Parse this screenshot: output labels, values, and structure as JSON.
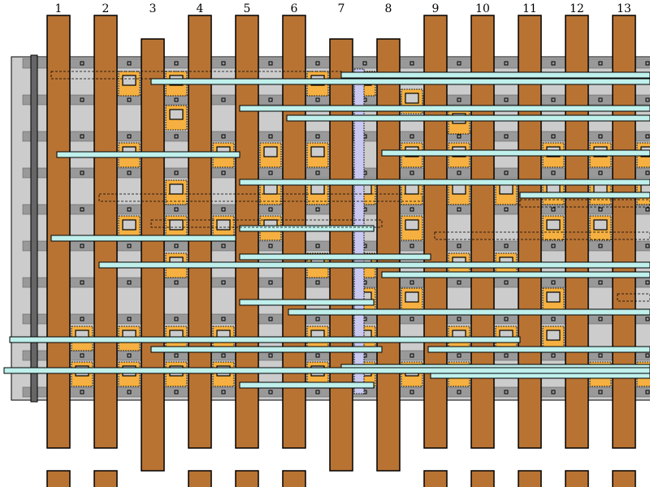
{
  "columns": [
    {
      "label": "1"
    },
    {
      "label": "2"
    },
    {
      "label": "3"
    },
    {
      "label": "4"
    },
    {
      "label": "5"
    },
    {
      "label": "6"
    },
    {
      "label": "7"
    },
    {
      "label": "8"
    },
    {
      "label": "9"
    },
    {
      "label": "10"
    },
    {
      "label": "11"
    },
    {
      "label": "12"
    },
    {
      "label": "13"
    }
  ],
  "colors": {
    "poly": "#b87333",
    "diffusion": "#f5b041",
    "metal1": "#cccccc",
    "rail": "#999999",
    "metal2": "#bff0ec",
    "via": "#c8c8f0",
    "outline": "#000000"
  }
}
